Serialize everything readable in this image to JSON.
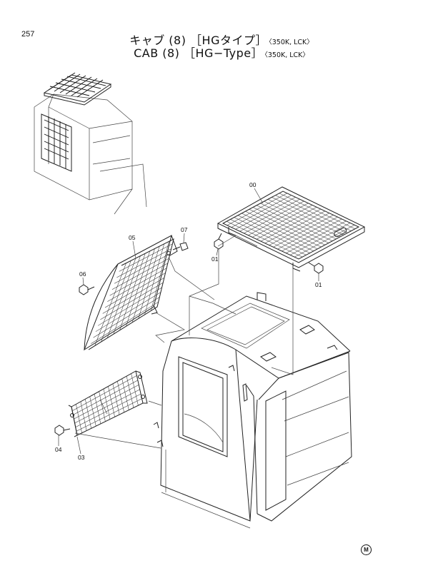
{
  "page": {
    "number": "257"
  },
  "title": {
    "jp_main": "キャブ (8) ［HGタイプ］",
    "jp_sub": "〈350K, LCK〉",
    "en_main": "CAB (8) ［HG−Type］",
    "en_sub": "〈350K, LCK〉"
  },
  "parts": [
    {
      "key": "p00",
      "label": "00"
    },
    {
      "key": "p01a",
      "label": "01"
    },
    {
      "key": "p01b",
      "label": "01"
    },
    {
      "key": "p03",
      "label": "03"
    },
    {
      "key": "p04",
      "label": "04"
    },
    {
      "key": "p05",
      "label": "05"
    },
    {
      "key": "p06",
      "label": "06"
    },
    {
      "key": "p07",
      "label": "07"
    }
  ],
  "mark": {
    "symbol": "M"
  }
}
